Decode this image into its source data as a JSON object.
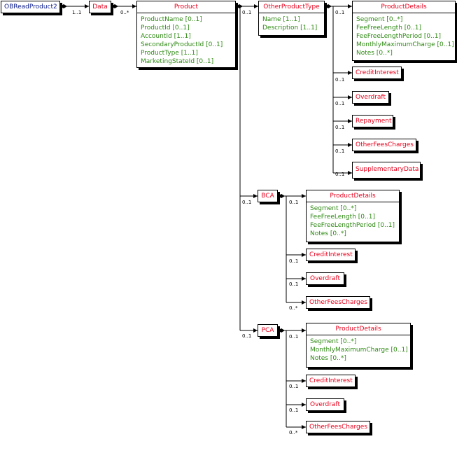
{
  "root": {
    "label": "OBReadProduct2"
  },
  "data": {
    "label": "Data"
  },
  "product": {
    "title": "Product",
    "attributes": [
      "ProductName [0..1]",
      "ProductId [0..1]",
      "AccountId [1..1]",
      "SecondaryProductId [0..1]",
      "ProductType [1..1]",
      "MarketingStateId [0..1]"
    ]
  },
  "other_product_type": {
    "title": "OtherProductType",
    "attributes": [
      "Name [1..1]",
      "Description [1..1]"
    ],
    "details": {
      "title": "ProductDetails",
      "attributes": [
        "Segment [0..*]",
        "FeeFreeLength [0..1]",
        "FeeFreeLengthPeriod [0..1]",
        "MonthlyMaximumCharge [0..1]",
        "Notes [0..*]"
      ]
    },
    "children": [
      "CreditInterest",
      "Overdraft",
      "Repayment",
      "OtherFeesCharges",
      "SupplementaryData"
    ]
  },
  "bca": {
    "title": "BCA",
    "details": {
      "title": "ProductDetails",
      "attributes": [
        "Segment [0..*]",
        "FeeFreeLength [0..1]",
        "FeeFreeLengthPeriod [0..1]",
        "Notes [0..*]"
      ]
    },
    "children": [
      "CreditInterest",
      "Overdraft",
      "OtherFeesCharges"
    ]
  },
  "pca": {
    "title": "PCA",
    "details": {
      "title": "ProductDetails",
      "attributes": [
        "Segment [0..*]",
        "MonthlyMaximumCharge [0..1]",
        "Notes [0..*]"
      ]
    },
    "children": [
      "CreditInterest",
      "Overdraft",
      "OtherFeesCharges"
    ]
  },
  "multiplicities": {
    "root_data": "1..1",
    "data_product": "0..*",
    "product_opt": "0..1",
    "product_bca": "0..1",
    "product_pca": "0..1",
    "opt_details": "0..1",
    "opt_children": [
      "0..1",
      "0..1",
      "0..1",
      "0..1",
      "0..1"
    ],
    "bca_details": "0..1",
    "bca_children": [
      "0..1",
      "0..1",
      "0..*"
    ],
    "pca_details": "0..1",
    "pca_children": [
      "0..1",
      "0..1",
      "0..*"
    ]
  }
}
